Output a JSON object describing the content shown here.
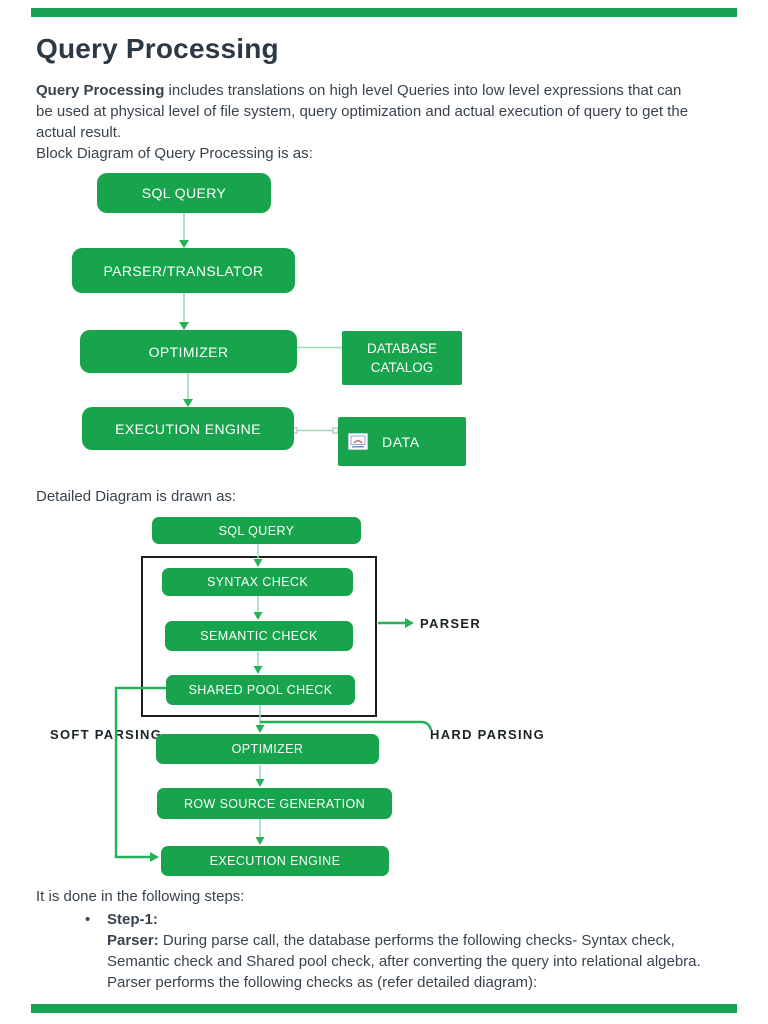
{
  "page": {
    "title": "Query Processing"
  },
  "intro": {
    "bold_lead": "Query Processing",
    "line1_rest": " includes translations on high level Queries into low level expressions that can",
    "line2": "be used at physical level of file system, query optimization and actual execution of query to get the",
    "line3": "actual result.",
    "caption_block": "Block Diagram of Query Processing is as:"
  },
  "diagram1": {
    "nodes": {
      "sql_query": "SQL QUERY",
      "parser_translator": "PARSER/TRANSLATOR",
      "optimizer": "OPTIMIZER",
      "database_catalog_line1": "DATABASE",
      "database_catalog_line2": "CATALOG",
      "execution_engine": "EXECUTION ENGINE",
      "data": "DATA"
    },
    "icons": {
      "data_icon": "image-placeholder-icon"
    }
  },
  "detailed_caption": "Detailed Diagram is drawn as:",
  "diagram2": {
    "nodes": {
      "sql_query": "SQL QUERY",
      "syntax_check": "SYNTAX CHECK",
      "semantic_check": "SEMANTIC CHECK",
      "shared_pool_check": "SHARED POOL CHECK",
      "optimizer": "OPTIMIZER",
      "row_source_generation": "ROW SOURCE GENERATION",
      "execution_engine": "EXECUTION ENGINE"
    },
    "labels": {
      "parser": "PARSER",
      "soft_parsing": "SOFT PARSING",
      "hard_parsing": "HARD PARSING"
    }
  },
  "steps": {
    "intro": "It is done in the following steps:",
    "bullet": "•",
    "step1_title": "Step-1:",
    "step1_bold": "Parser:",
    "step1_line1_rest": " During parse call, the database performs the following checks- Syntax check,",
    "step1_line2": "Semantic check and Shared pool check, after converting the query into relational algebra.",
    "step1_line3": "Parser performs the following checks as (refer detailed diagram):"
  },
  "colors": {
    "box_green": "#17a44c",
    "bar_green": "#18a053",
    "connector_light": "#9bdcb6",
    "connector_dark": "#25b158",
    "title_text": "#2c3944",
    "body_text": "#39434e",
    "label_text": "#1c2327",
    "box_text": "#ffffff"
  }
}
